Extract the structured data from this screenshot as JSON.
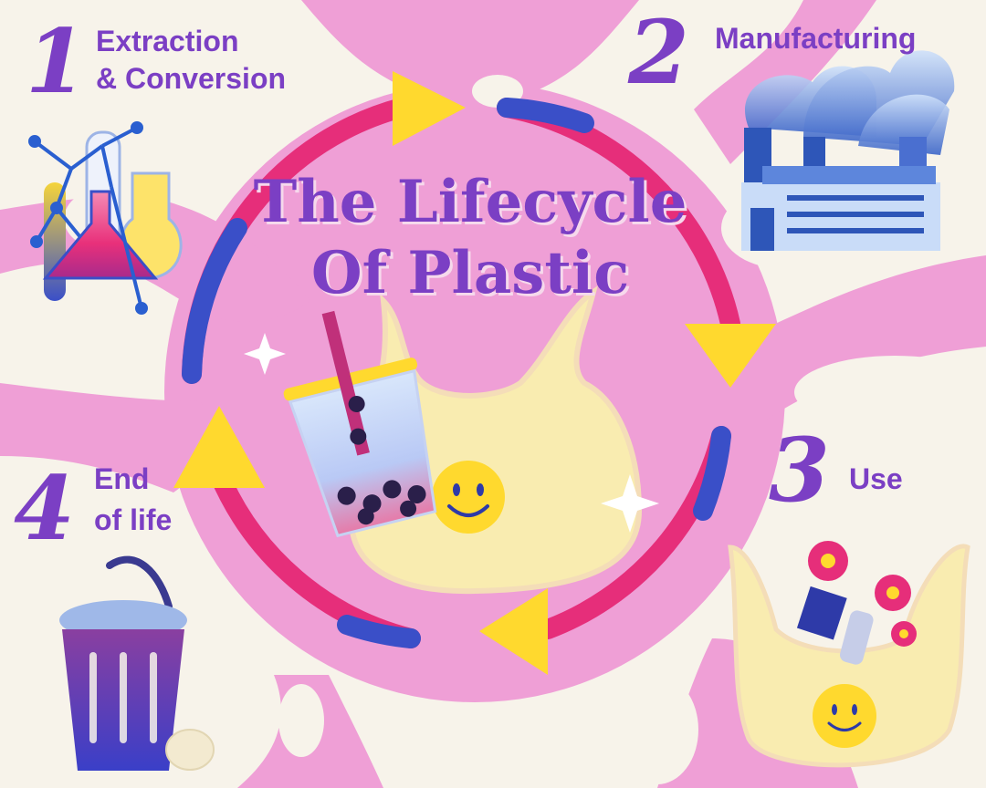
{
  "title": {
    "line1": "The Lifecycle",
    "line2": "Of Plastic"
  },
  "stages": [
    {
      "number": "1",
      "label_line1": "Extraction",
      "label_line2": "& Conversion",
      "icon": "lab-flasks-molecule-icon"
    },
    {
      "number": "2",
      "label_line1": "Manufacturing",
      "label_line2": "",
      "icon": "factory-icon"
    },
    {
      "number": "3",
      "label_line1": "Use",
      "label_line2": "",
      "icon": "shopping-bag-icon"
    },
    {
      "number": "4",
      "label_line1": "End",
      "label_line2": "of life",
      "icon": "trash-can-icon"
    }
  ],
  "center_icons": [
    "bubble-tea-icon",
    "smiley-plastic-bag-icon"
  ],
  "colors": {
    "background": "#f7f3ea",
    "blob": "#ef9fd6",
    "accent_purple": "#7b3fc4",
    "arrow_magenta": "#e62e7a",
    "arrow_blue": "#3a4fc8",
    "arrow_yellow": "#ffd92e",
    "bag_yellow": "#f9ecb0"
  }
}
